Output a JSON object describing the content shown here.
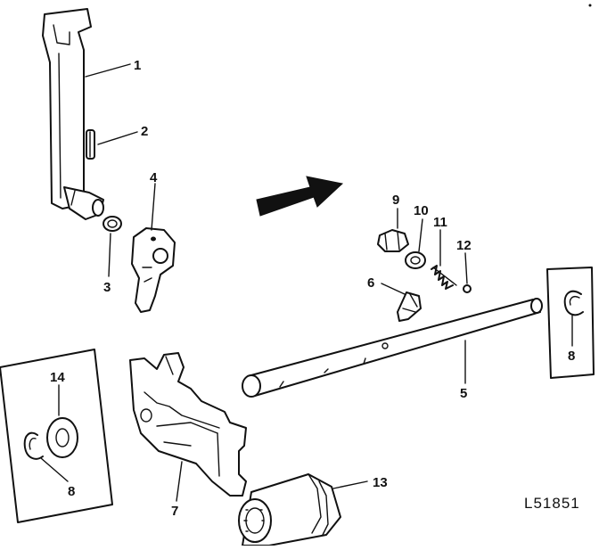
{
  "figure_code": "L51851",
  "callouts": {
    "c1": "1",
    "c2": "2",
    "c3": "3",
    "c4": "4",
    "c5": "5",
    "c6": "6",
    "c7": "7",
    "c8_left": "8",
    "c8_right": "8",
    "c9": "9",
    "c10": "10",
    "c11": "11",
    "c12": "12",
    "c13": "13",
    "c14": "14"
  }
}
